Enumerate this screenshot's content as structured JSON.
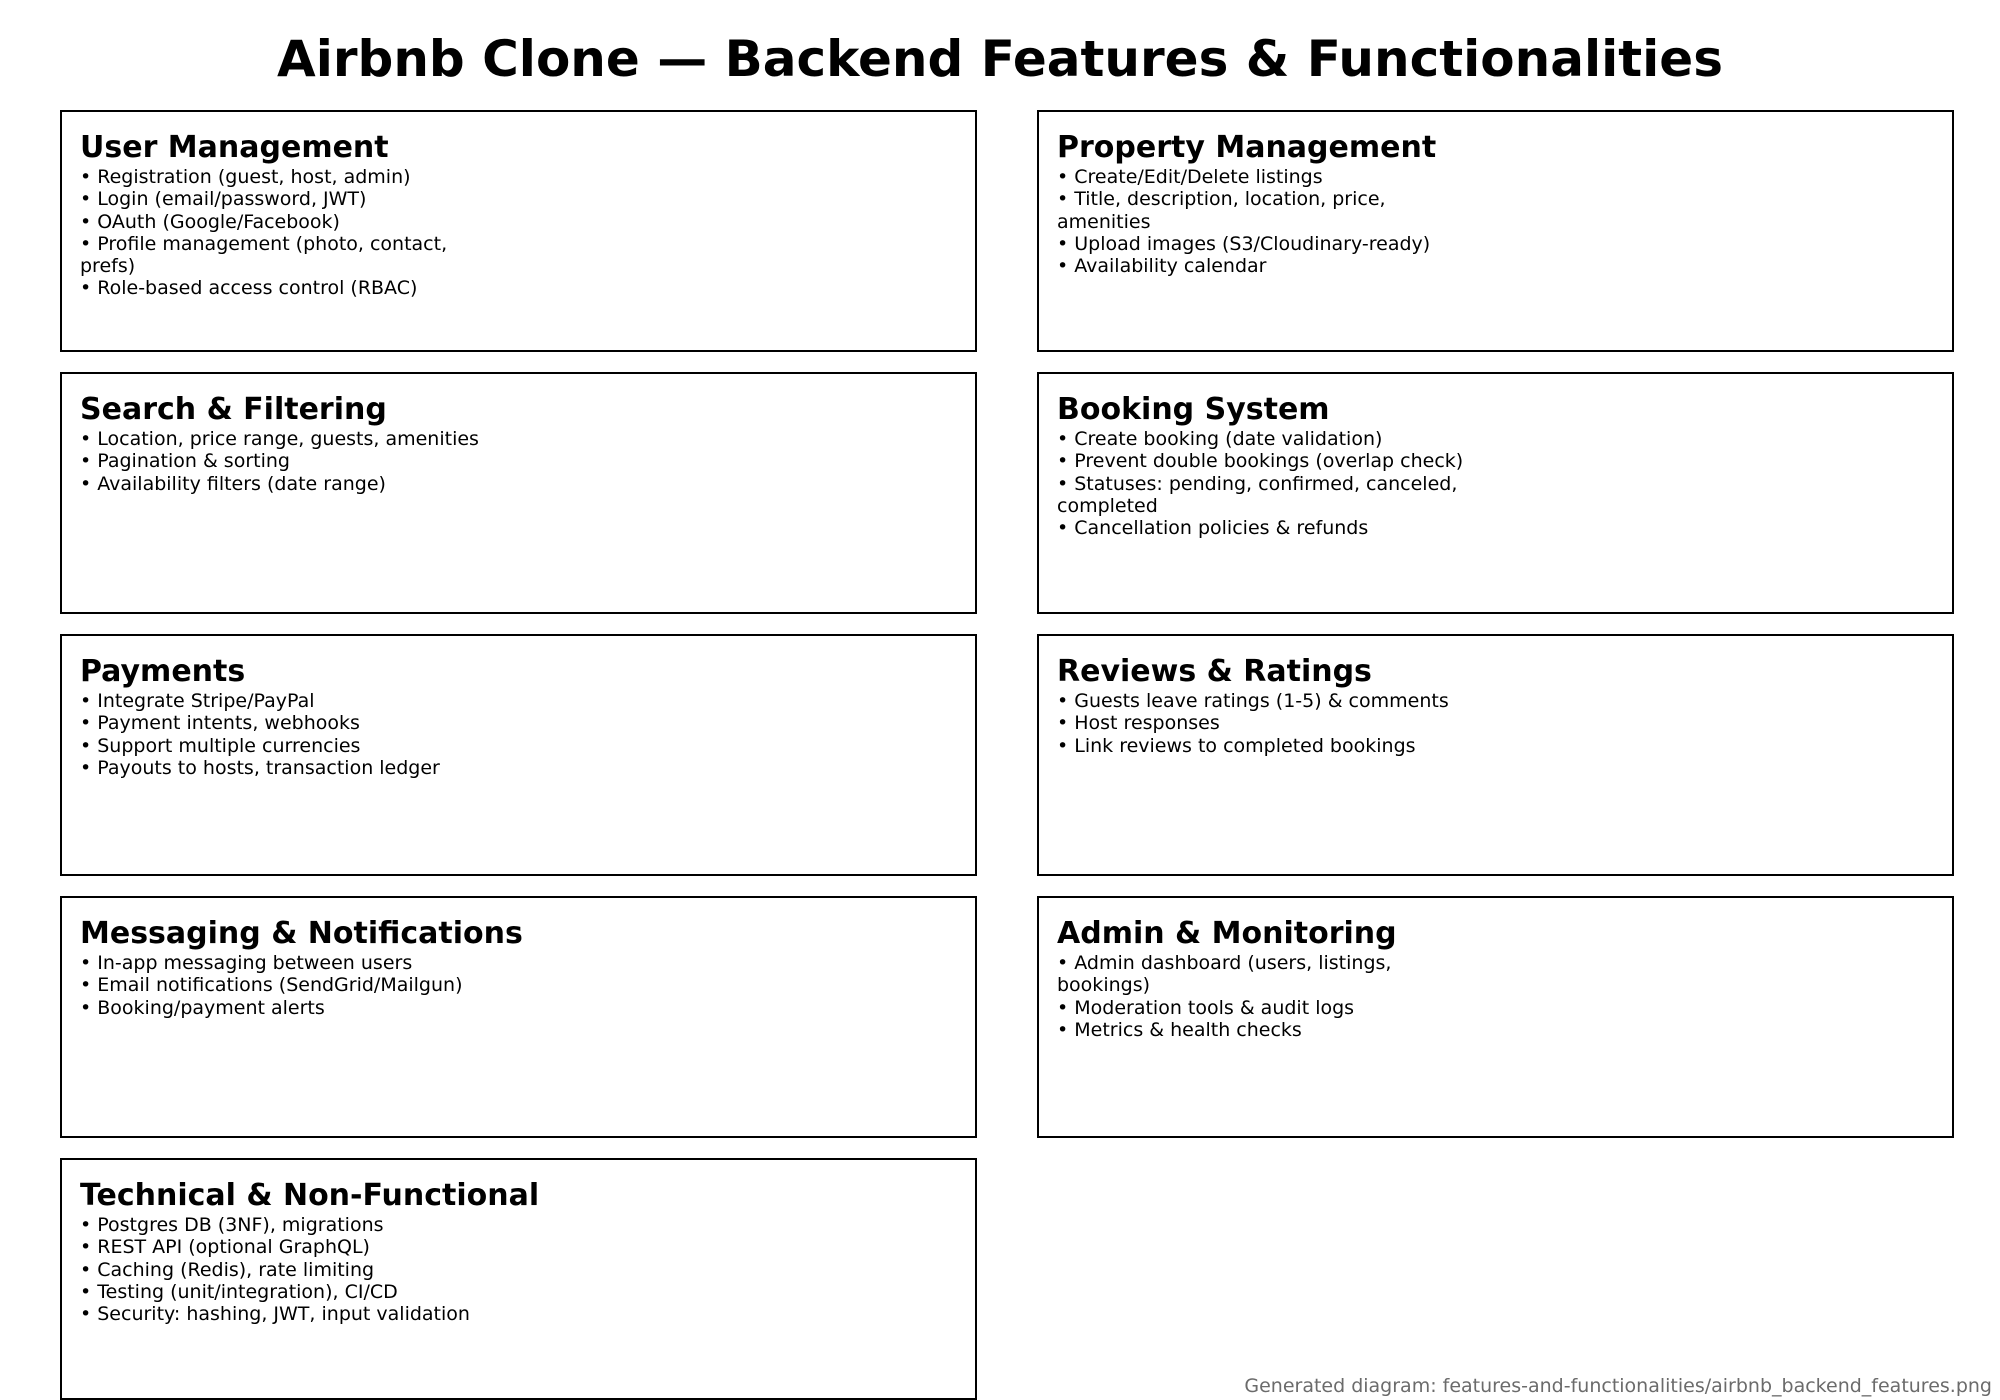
{
  "title": "Airbnb Clone — Backend Features & Functionalities",
  "sections": [
    {
      "title": "User Management",
      "items": [
        "Registration (guest, host, admin)",
        "Login (email/password, JWT)",
        "OAuth (Google/Facebook)",
        "Profile management (photo, contact, prefs)",
        "Role-based access control (RBAC)"
      ]
    },
    {
      "title": "Property Management",
      "items": [
        "Create/Edit/Delete listings",
        "Title, description, location, price, amenities",
        "Upload images (S3/Cloudinary-ready)",
        "Availability calendar"
      ]
    },
    {
      "title": "Search & Filtering",
      "items": [
        "Location, price range, guests, amenities",
        "Pagination & sorting",
        "Availability filters (date range)"
      ]
    },
    {
      "title": "Booking System",
      "items": [
        "Create booking (date validation)",
        "Prevent double bookings (overlap check)",
        "Statuses: pending, confirmed, canceled, completed",
        "Cancellation policies & refunds"
      ]
    },
    {
      "title": "Payments",
      "items": [
        "Integrate Stripe/PayPal",
        "Payment intents, webhooks",
        "Support multiple currencies",
        "Payouts to hosts, transaction ledger"
      ]
    },
    {
      "title": "Reviews & Ratings",
      "items": [
        "Guests leave ratings (1-5) & comments",
        "Host responses",
        "Link reviews to completed bookings"
      ]
    },
    {
      "title": "Messaging & Notifications",
      "items": [
        "In-app messaging between users",
        "Email notifications (SendGrid/Mailgun)",
        "Booking/payment alerts"
      ]
    },
    {
      "title": "Admin & Monitoring",
      "items": [
        "Admin dashboard (users, listings, bookings)",
        "Moderation tools & audit logs",
        "Metrics & health checks"
      ]
    },
    {
      "title": "Technical & Non-Functional",
      "items": [
        "Postgres DB (3NF), migrations",
        "REST API (optional GraphQL)",
        "Caching (Redis), rate limiting",
        "Testing (unit/integration), CI/CD",
        "Security: hashing, JWT, input validation"
      ]
    }
  ],
  "footer": "Generated diagram: features-and-functionalities/airbnb_backend_features.png"
}
